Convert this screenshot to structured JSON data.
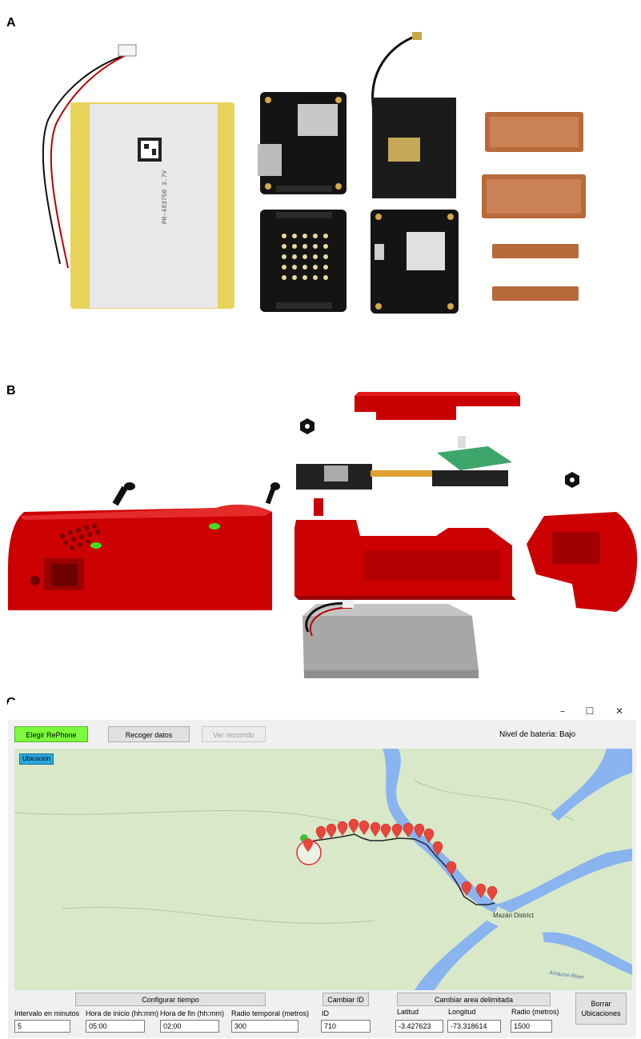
{
  "panels": {
    "a_label": "A",
    "b_label": "B",
    "c_label": "C"
  },
  "window": {
    "minimize": "–",
    "maximize": "☐",
    "close": "✕"
  },
  "toolbar": {
    "choose_rephone": "Elegir RePhone",
    "collect_data": "Recoger datos",
    "view_route": "Ver recorrido",
    "battery_text": "Nivel de bateria: Bajo"
  },
  "map": {
    "location_badge": "Ubicacion",
    "place_label": "Mazán District",
    "river_label": "Amazon River"
  },
  "controls": {
    "configure_time": "Configurar tiempo",
    "change_id": "Cambiar ID",
    "change_area": "Cambiar area delimitada",
    "delete_locations": "Borrar Ubicaciones",
    "interval_label": "Intervalo en minutos",
    "interval_value": "5",
    "start_label": "Hora de inicio (hh:mm)",
    "start_value": "05:00",
    "end_label": "Hora de fin (hh:mm)",
    "end_value": "02:00",
    "temp_radius_label": "Radio temporal (metros)",
    "temp_radius_value": "300",
    "id_label": "ID",
    "id_value": "710",
    "lat_label": "Latitud",
    "lat_value": "-3.427623",
    "lon_label": "Longitud",
    "lon_value": "-73.318614",
    "radius_label": "Radio (metros)",
    "radius_value": "1500"
  },
  "battery_ab": {
    "text": "PR-483750 3.7V"
  },
  "colors": {
    "case_red": "#d40000",
    "map_land": "#d8e8c8",
    "river_blue": "#8ab4f0",
    "marker_red": "#e8453c",
    "badge_blue": "#29a8e0",
    "button_green": "#7cfc3c"
  }
}
